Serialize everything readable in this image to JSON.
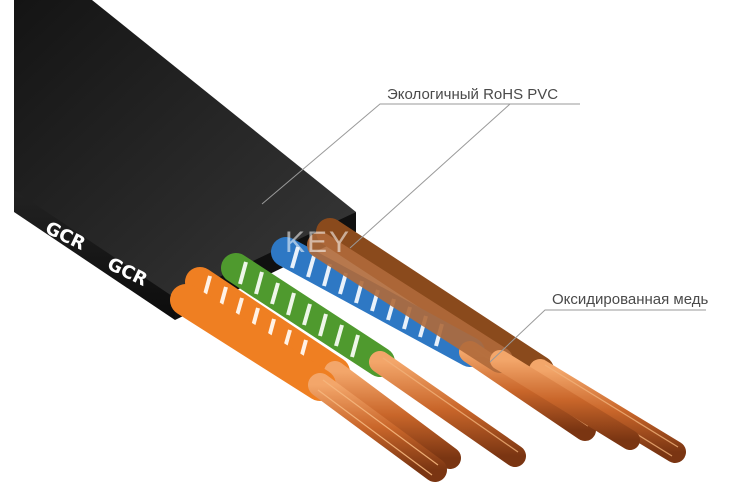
{
  "labels": {
    "insulation": "Экологичный RoHS PVC",
    "conductor": "Оксидированная медь"
  },
  "brand_marks": [
    "GCR",
    "GCR"
  ],
  "watermark": "KEY",
  "colors": {
    "jacket": "#1e1e1e",
    "jacket_top": "#2b2b2b",
    "orange": "#ef7f22",
    "green": "#4f9a2e",
    "blue": "#2e78c4",
    "brown": "#8a4a1c",
    "copper": "#c7692f",
    "copper_light": "#f0a060",
    "leader_line": "#9a9a9a"
  }
}
